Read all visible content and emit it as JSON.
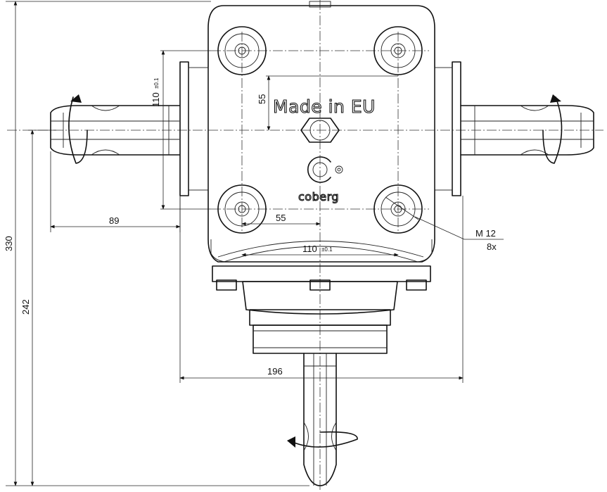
{
  "marking": {
    "made_in": "Made in EU",
    "brand": "coberg"
  },
  "dimensions": {
    "bolt_spacing_vertical": "110",
    "bolt_spacing_vertical_tol": "±0.1",
    "bolt_spacing_horizontal": "110",
    "bolt_spacing_horizontal_tol": "±0.1",
    "half_spacing_vertical": "55",
    "half_spacing_horizontal": "55",
    "shaft_length": "89",
    "overall_width": "196",
    "overall_height": "330",
    "shaft_center_height": "242",
    "thread": "M 12",
    "thread_count": "8x"
  }
}
